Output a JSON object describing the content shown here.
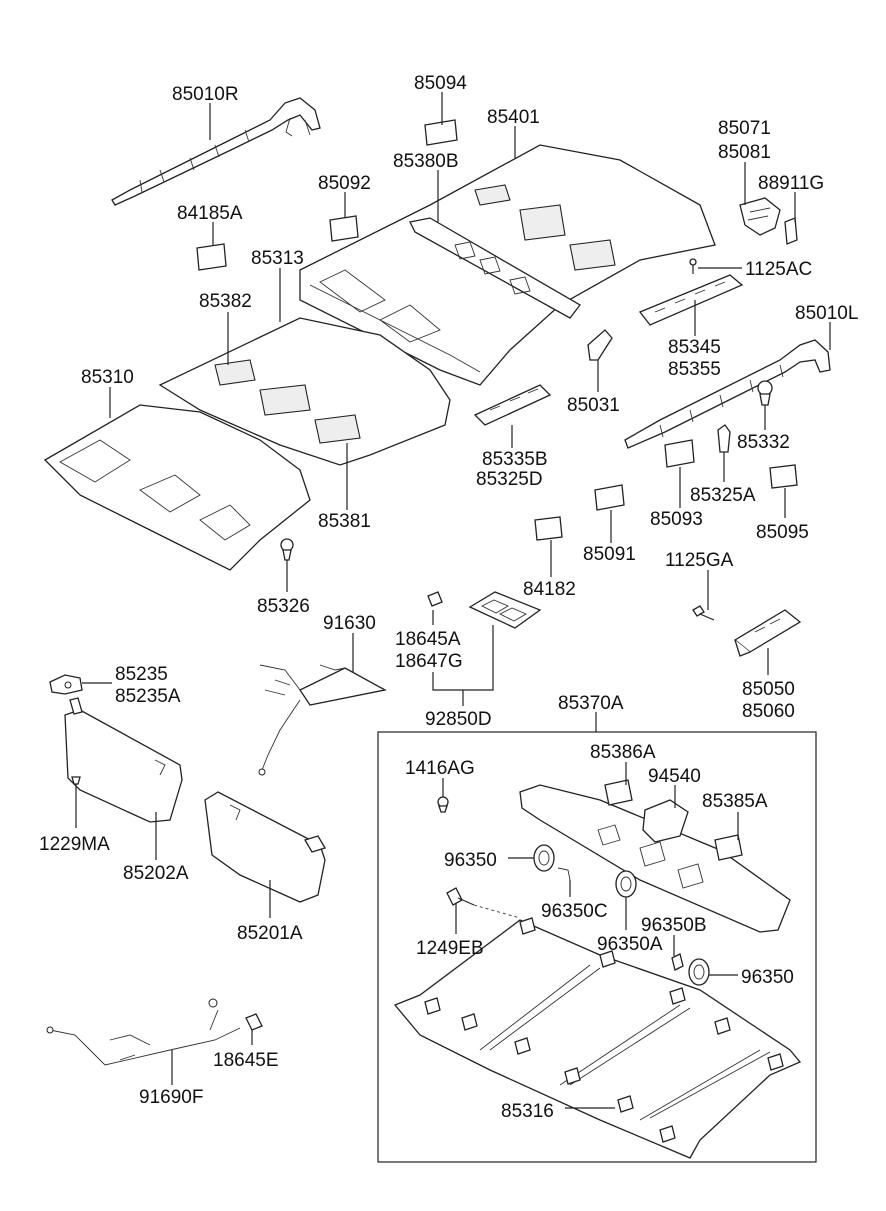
{
  "labels": [
    {
      "id": "85010R",
      "text": "85010R"
    },
    {
      "id": "85094",
      "text": "85094"
    },
    {
      "id": "85401",
      "text": "85401"
    },
    {
      "id": "85071",
      "text": "85071"
    },
    {
      "id": "85081",
      "text": "85081"
    },
    {
      "id": "85380B",
      "text": "85380B"
    },
    {
      "id": "85092",
      "text": "85092"
    },
    {
      "id": "88911G",
      "text": "88911G"
    },
    {
      "id": "84185A",
      "text": "84185A"
    },
    {
      "id": "85313",
      "text": "85313"
    },
    {
      "id": "1125AC",
      "text": "1125AC"
    },
    {
      "id": "85382",
      "text": "85382"
    },
    {
      "id": "85010L",
      "text": "85010L"
    },
    {
      "id": "85345",
      "text": "85345"
    },
    {
      "id": "85355",
      "text": "85355"
    },
    {
      "id": "85310",
      "text": "85310"
    },
    {
      "id": "85031",
      "text": "85031"
    },
    {
      "id": "85332",
      "text": "85332"
    },
    {
      "id": "85335B",
      "text": "85335B"
    },
    {
      "id": "85325D",
      "text": "85325D"
    },
    {
      "id": "85325A",
      "text": "85325A"
    },
    {
      "id": "85381",
      "text": "85381"
    },
    {
      "id": "85093",
      "text": "85093"
    },
    {
      "id": "85095",
      "text": "85095"
    },
    {
      "id": "85091",
      "text": "85091"
    },
    {
      "id": "1125GA",
      "text": "1125GA"
    },
    {
      "id": "84182",
      "text": "84182"
    },
    {
      "id": "85326",
      "text": "85326"
    },
    {
      "id": "91630",
      "text": "91630"
    },
    {
      "id": "18645A",
      "text": "18645A"
    },
    {
      "id": "18647G",
      "text": "18647G"
    },
    {
      "id": "85235",
      "text": "85235"
    },
    {
      "id": "85235A",
      "text": "85235A"
    },
    {
      "id": "85050",
      "text": "85050"
    },
    {
      "id": "85060",
      "text": "85060"
    },
    {
      "id": "92850D",
      "text": "92850D"
    },
    {
      "id": "85370A",
      "text": "85370A"
    },
    {
      "id": "85386A",
      "text": "85386A"
    },
    {
      "id": "1416AG",
      "text": "1416AG"
    },
    {
      "id": "94540",
      "text": "94540"
    },
    {
      "id": "85385A",
      "text": "85385A"
    },
    {
      "id": "1229MA",
      "text": "1229MA"
    },
    {
      "id": "85202A",
      "text": "85202A"
    },
    {
      "id": "96350a",
      "text": "96350"
    },
    {
      "id": "96350C",
      "text": "96350C"
    },
    {
      "id": "96350B",
      "text": "96350B"
    },
    {
      "id": "85201A",
      "text": "85201A"
    },
    {
      "id": "1249EB",
      "text": "1249EB"
    },
    {
      "id": "96350A",
      "text": "96350A"
    },
    {
      "id": "96350b",
      "text": "96350"
    },
    {
      "id": "18645E",
      "text": "18645E"
    },
    {
      "id": "91690F",
      "text": "91690F"
    },
    {
      "id": "85316",
      "text": "85316"
    }
  ]
}
